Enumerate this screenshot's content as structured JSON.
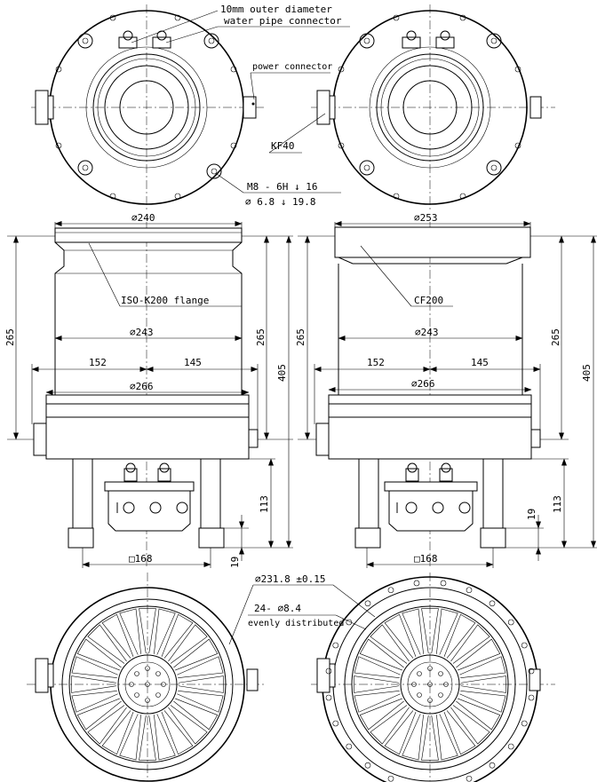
{
  "annotations": {
    "water_connector_line1": "10mm outer diameter",
    "water_connector_line2": "water pipe connector",
    "power_connector": "power connector",
    "kf40": "KF40",
    "thread_line1": "M8 - 6H ↓ 16",
    "thread_line2": "⌀ 6.8 ↓ 19.8",
    "left_flange": "ISO-K200 flange",
    "right_flange": "CF200",
    "bolt_circle": "⌀231.8 ±0.15",
    "holes_line1": "24- ⌀8.4",
    "holes_line2": "evenly distributed"
  },
  "dimensions": {
    "left_flange_dia": "⌀240",
    "right_flange_dia": "⌀253",
    "body_dia_left": "⌀243",
    "body_dia_right": "⌀243",
    "base_dia_left": "⌀266",
    "base_dia_right": "⌀266",
    "offset_left_a": "152",
    "offset_left_b": "145",
    "offset_right_a": "152",
    "offset_right_b": "145",
    "height_265_left_outer": "265",
    "height_265_left_inner": "265",
    "height_405_left": "405",
    "height_265_right_outer": "265",
    "height_265_right_inner": "265",
    "height_405_right": "405",
    "height_113_left": "113",
    "height_113_right": "113",
    "height_19_left": "19",
    "height_19_right": "19",
    "square_left": "□168",
    "square_right": "□168"
  },
  "colors": {
    "line": "#000000",
    "background": "#ffffff"
  }
}
